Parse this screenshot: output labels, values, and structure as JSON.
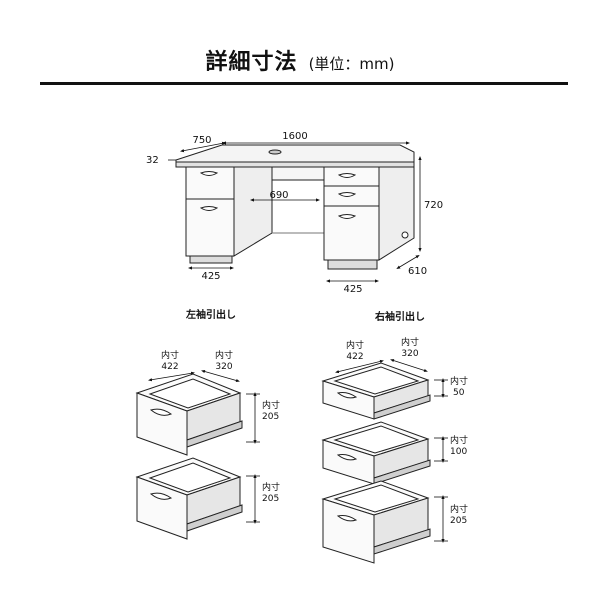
{
  "title": {
    "main": "詳細寸法",
    "unit": "(単位：mm)"
  },
  "desk": {
    "width": "1600",
    "depth": "750",
    "top_thickness": "32",
    "knee_width": "690",
    "height": "720",
    "left_pedestal": "425",
    "right_pedestal": "425",
    "pedestal_depth": "610"
  },
  "left_section": {
    "caption": "左袖引出し",
    "inner_label": "内寸",
    "width": "422",
    "depth": "320",
    "drawers": [
      {
        "label": "内寸",
        "height": "205"
      },
      {
        "label": "内寸",
        "height": "205"
      }
    ]
  },
  "right_section": {
    "caption": "右袖引出し",
    "inner_label": "内寸",
    "width": "422",
    "depth": "320",
    "drawers": [
      {
        "label": "内寸",
        "height": "50"
      },
      {
        "label": "内寸",
        "height": "100"
      },
      {
        "label": "内寸",
        "height": "205"
      }
    ]
  }
}
